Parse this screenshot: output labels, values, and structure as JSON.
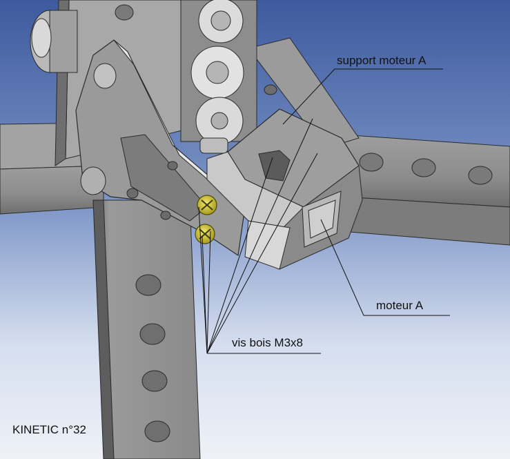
{
  "labels": {
    "support": "support moteur A",
    "moteur": "moteur A",
    "screws": "vis bois M3x8",
    "title": "KINETIC n°32"
  },
  "colors": {
    "background_top": "#3d5a9e",
    "background_bottom": "#e8ecf4",
    "part_light": "#bdbdbd",
    "part_mid": "#8f8f8f",
    "part_dark": "#5a5a5a",
    "screw": "#d8c93a",
    "leader_line": "#111111"
  }
}
